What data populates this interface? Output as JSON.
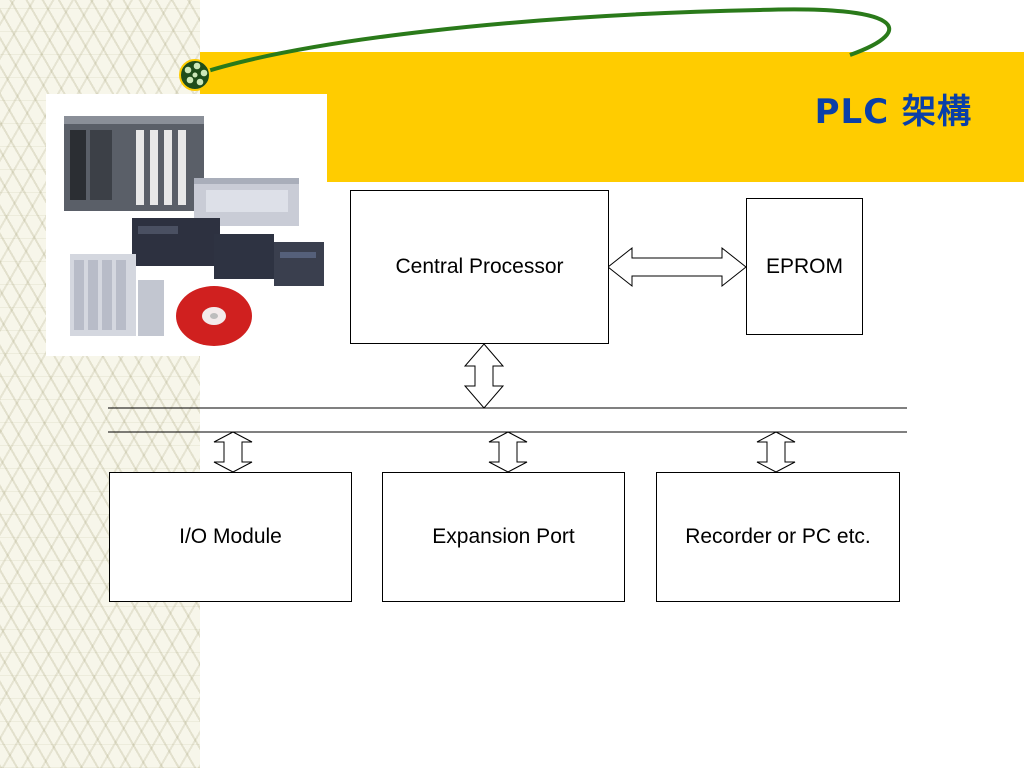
{
  "slide": {
    "title": "PLC 架構"
  },
  "diagram": {
    "central_processor": "Central Processor",
    "eprom": "EPROM",
    "io_module": "I/O Module",
    "expansion_port": "Expansion Port",
    "recorder": "Recorder or PC etc."
  },
  "colors": {
    "title": "#0a3fa8",
    "band": "#ffcc00",
    "accent_curve": "#2a7a1a"
  }
}
